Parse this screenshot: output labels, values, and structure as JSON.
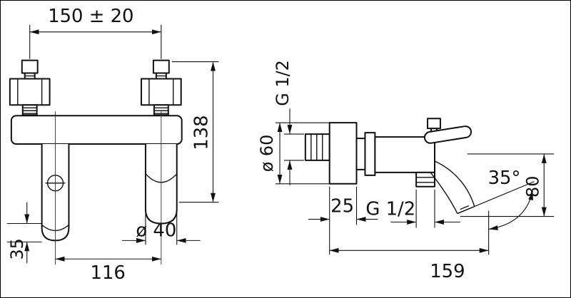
{
  "colors": {
    "line": "#111111",
    "background": "#ffffff"
  },
  "front_view": {
    "dim_top_width": "150 ± 20",
    "dim_height": "138",
    "dim_left_offset": "35",
    "dim_spout_diameter": "ø 40",
    "dim_bottom_width": "116"
  },
  "side_view": {
    "dim_inlet_thread": "G 1/2",
    "dim_flange_diameter": "ø 60",
    "dim_flange_depth": "25",
    "dim_outlet_thread": "G 1/2",
    "dim_spout_angle": "35°",
    "dim_height_drop": "80",
    "dim_projection": "159"
  }
}
